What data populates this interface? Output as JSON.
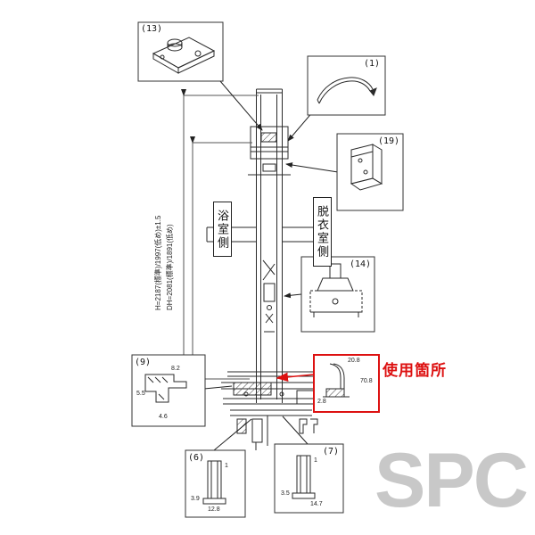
{
  "watermark": "SPC",
  "labels": {
    "bathroom_side": "浴室側",
    "dressing_side": "脱衣室側",
    "usage_location": "使用箇所"
  },
  "dimensions": {
    "h": "H=2187(標準)/1997(低め)±1.5",
    "dh": "DH=2081(標準)/1891(低め)"
  },
  "callouts": {
    "c13": "(13)",
    "c1": "(1)",
    "c19": "(19)",
    "c14": "(14)",
    "c9": "(9)",
    "c6": "(6)",
    "c7": "(7)"
  },
  "detail_dims": {
    "c9_a": "8.2",
    "c9_b": "5.5",
    "c9_c": "4.6",
    "c6_a": "1",
    "c6_b": "12.8",
    "c6_c": "3.9",
    "c7_a": "1",
    "c7_b": "14.7",
    "c7_c": "3.5",
    "red_a": "20.8",
    "red_b": "2.8",
    "red_c": "70.8"
  },
  "colors": {
    "highlight": "#dd1111",
    "line": "#2a2a2a",
    "watermark": "#c8c8c8"
  }
}
